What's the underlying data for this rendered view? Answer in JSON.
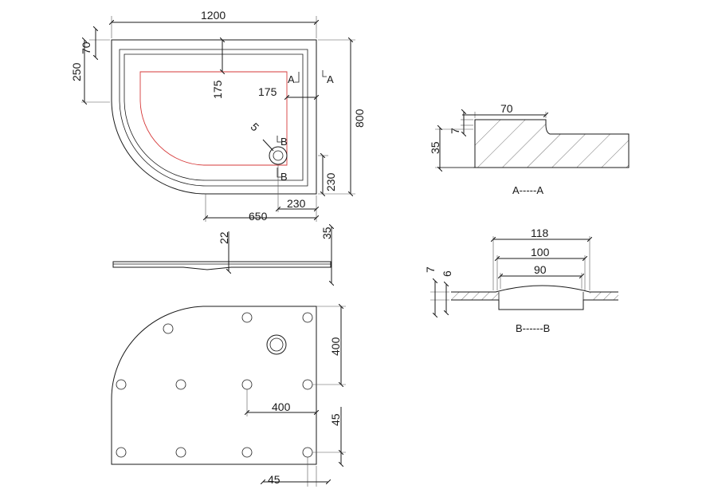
{
  "top_view": {
    "width": "1200",
    "height": "800",
    "edge_offset": "70",
    "corner_offset": "250",
    "inner_vertical": "175",
    "inner_horizontal": "175",
    "drain_diameter": "5",
    "drain_x": "650",
    "drain_to_side": "230",
    "drain_to_bottom": "230",
    "section_a_left": "A",
    "section_a_right": "A",
    "section_b_top": "B",
    "section_b_bottom": "B"
  },
  "side_view": {
    "height": "35",
    "depth": "22"
  },
  "bottom_view": {
    "vertical_spacing": "400",
    "horizontal_spacing": "400",
    "edge_vertical": "45",
    "edge_horizontal": "45"
  },
  "section_a": {
    "caption": "A-----A",
    "top_width": "70",
    "step": "7",
    "height": "35"
  },
  "section_b": {
    "caption": "B------B",
    "outer_width": "118",
    "middle_width": "100",
    "inner_width": "90",
    "outer_depth": "7",
    "inner_depth": "6"
  },
  "colors": {
    "line": "#1a1a1a",
    "accent_red": "#d63a3a"
  }
}
